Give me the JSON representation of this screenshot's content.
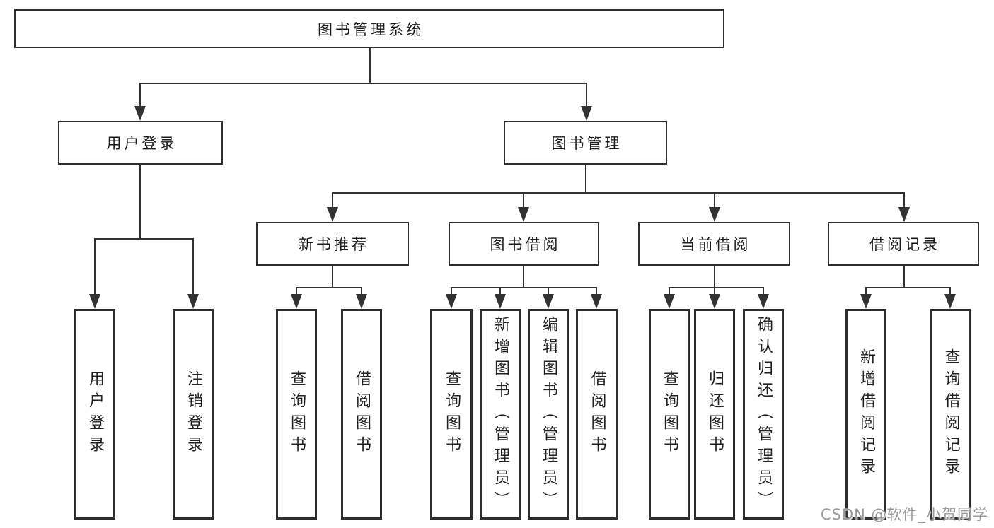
{
  "diagram": {
    "type": "tree",
    "title": "图书管理系统",
    "nodes": {
      "root": "图书管理系统",
      "level1": [
        "用户登录",
        "图书管理"
      ],
      "level2": [
        "新书推荐",
        "图书借阅",
        "当前借阅",
        "借阅记录"
      ],
      "leaves": [
        "用户登录",
        "注销登录",
        "查询图书",
        "借阅图书",
        "查询图书",
        "新增图书（管理员）",
        "编辑图书（管理员）",
        "借阅图书",
        "查询图书",
        "归还图书",
        "确认归还（管理员）",
        "新增借阅记录",
        "查询借阅记录"
      ]
    },
    "edges": {
      "图书管理系统": [
        "用户登录",
        "图书管理"
      ],
      "用户登录": [
        "用户登录",
        "注销登录"
      ],
      "图书管理": [
        "新书推荐",
        "图书借阅",
        "当前借阅",
        "借阅记录"
      ],
      "新书推荐": [
        "查询图书",
        "借阅图书"
      ],
      "图书借阅": [
        "查询图书",
        "新增图书（管理员）",
        "编辑图书（管理员）",
        "借阅图书"
      ],
      "当前借阅": [
        "查询图书",
        "归还图书",
        "确认归还（管理员）"
      ],
      "借阅记录": [
        "新增借阅记录",
        "查询借阅记录"
      ]
    },
    "colors": {
      "line": "#323232",
      "box_border": "#2e2e2e",
      "box_fill": "#ffffff",
      "text": "#1b1b1b",
      "watermark": "#9a9b9d"
    }
  },
  "watermark": "CSDN @软件_小贺同学"
}
